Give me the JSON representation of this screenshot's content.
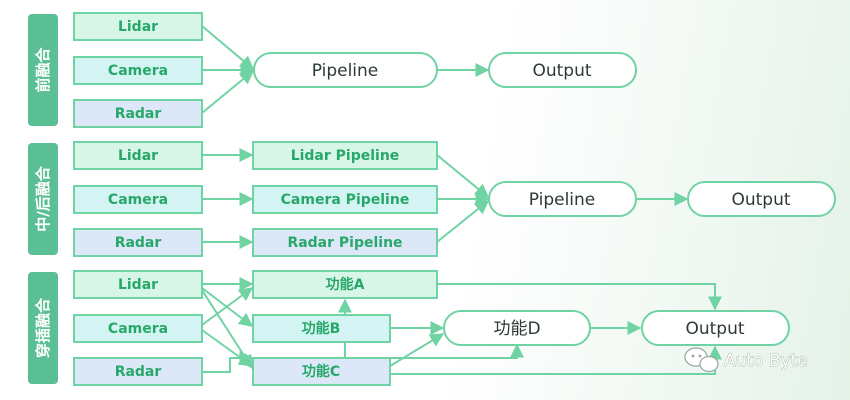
{
  "sections": {
    "early": "前融合",
    "mid_late": "中/后融合",
    "cross": "穿插融合"
  },
  "early": {
    "lidar": "Lidar",
    "camera": "Camera",
    "radar": "Radar",
    "pipeline": "Pipeline",
    "output": "Output"
  },
  "mid": {
    "lidar": "Lidar",
    "camera": "Camera",
    "radar": "Radar",
    "lidar_pipeline": "Lidar Pipeline",
    "camera_pipeline": "Camera Pipeline",
    "radar_pipeline": "Radar Pipeline",
    "pipeline": "Pipeline",
    "output": "Output"
  },
  "cross": {
    "lidar": "Lidar",
    "camera": "Camera",
    "radar": "Radar",
    "func_a": "功能A",
    "func_b": "功能B",
    "func_c": "功能C",
    "func_d": "功能D",
    "output": "Output"
  },
  "watermark": "Auto Byte",
  "colors": {
    "section_bar": "#5bbf95",
    "lidar_fill": "#d8f6e8",
    "camera_fill": "#d4f4f4",
    "radar_fill": "#dce8f7",
    "accent": "#27a86a",
    "stroke": "#6fd3a3"
  }
}
